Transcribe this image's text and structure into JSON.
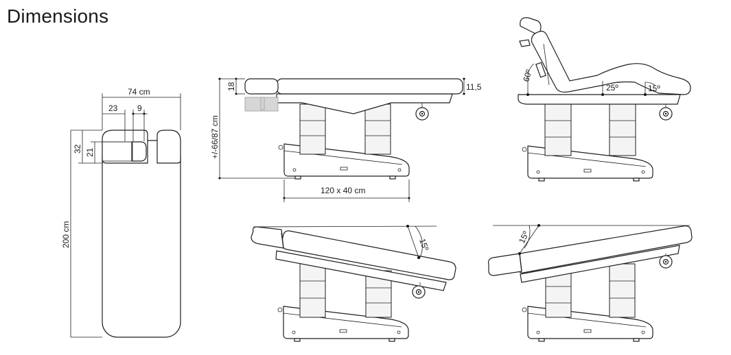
{
  "title": "Dimensions",
  "top_view": {
    "width_label": "74 cm",
    "head_width_label": "23",
    "gap_label": "9",
    "head_length_label": "32",
    "face_hole_label": "21",
    "length_label": "200 cm"
  },
  "side_view": {
    "cushion_label": "18",
    "top_thickness_label": "11,5",
    "height_label": "+/-66/87 cm",
    "base_label": "120 x 40 cm"
  },
  "recline_view": {
    "back_angle_label": "60º",
    "seat_angle_label": "25º",
    "leg_angle_label": "15º"
  },
  "tilt_head_down_view": {
    "angle_label": "15º"
  },
  "tilt_head_up_view": {
    "angle_label": "15º"
  }
}
